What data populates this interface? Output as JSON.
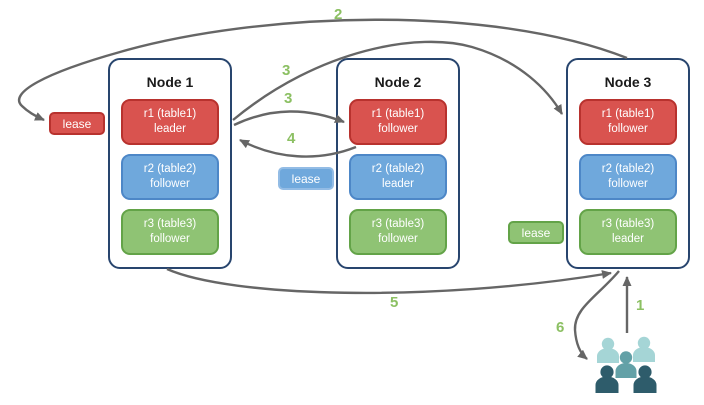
{
  "diagram": {
    "nodes": [
      {
        "title": "Node 1",
        "replicas": [
          {
            "label": "r1 (table1)",
            "role": "leader",
            "color": "red"
          },
          {
            "label": "r2 (table2)",
            "role": "follower",
            "color": "blue"
          },
          {
            "label": "r3 (table3)",
            "role": "follower",
            "color": "green"
          }
        ]
      },
      {
        "title": "Node 2",
        "replicas": [
          {
            "label": "r1 (table1)",
            "role": "follower",
            "color": "red"
          },
          {
            "label": "r2 (table2)",
            "role": "leader",
            "color": "blue"
          },
          {
            "label": "r3 (table3)",
            "role": "follower",
            "color": "green"
          }
        ]
      },
      {
        "title": "Node 3",
        "replicas": [
          {
            "label": "r1 (table1)",
            "role": "follower",
            "color": "red"
          },
          {
            "label": "r2 (table2)",
            "role": "follower",
            "color": "blue"
          },
          {
            "label": "r3 (table3)",
            "role": "leader",
            "color": "green"
          }
        ]
      }
    ],
    "leases": [
      {
        "label": "lease",
        "color": "#d9534f"
      },
      {
        "label": "lease",
        "color": "#6fa8dc"
      },
      {
        "label": "lease",
        "color": "#8fc374"
      }
    ],
    "steps": [
      {
        "label": "2"
      },
      {
        "label": "3"
      },
      {
        "label": "3"
      },
      {
        "label": "4"
      },
      {
        "label": "5"
      },
      {
        "label": "6"
      },
      {
        "label": "1"
      }
    ],
    "icons": {
      "people_group": "users-group-icon"
    },
    "colors": {
      "node_border": "#28456e",
      "replica_red": "#d9534f",
      "replica_red_border": "#b8322e",
      "replica_blue": "#6fa8dc",
      "replica_blue_border": "#4d87c7",
      "replica_green": "#8fc374",
      "replica_green_border": "#63a348",
      "arrow": "#666666",
      "step_label": "#8cc063",
      "people_light": "#a5d5d6",
      "people_mid": "#63a1a7",
      "people_dark": "#2e5c6b"
    }
  }
}
